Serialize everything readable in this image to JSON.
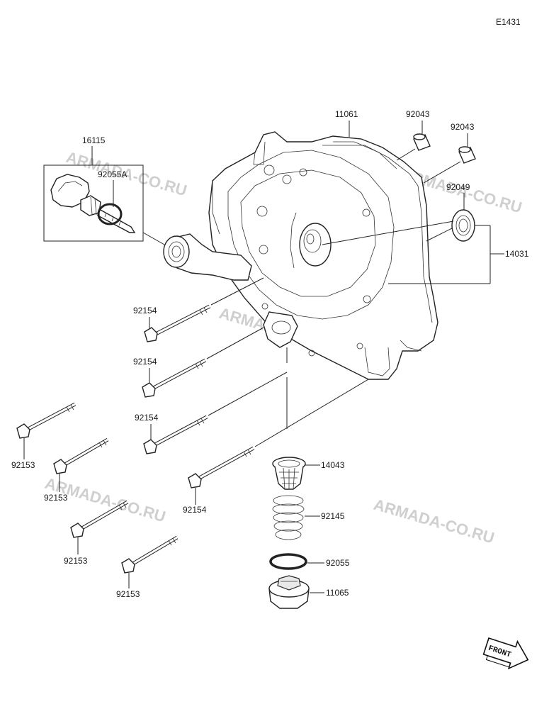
{
  "diagram": {
    "code": "E1431",
    "watermark": "ARMADA-CO.RU",
    "front_label": "FRONT",
    "parts": {
      "p16115": "16115",
      "p92055A": "92055A",
      "p11061": "11061",
      "p92043a": "92043",
      "p92043b": "92043",
      "p92049": "92049",
      "p14031": "14031",
      "p92154a": "92154",
      "p92154b": "92154",
      "p92154c": "92154",
      "p92154d": "92154",
      "p92153a": "92153",
      "p92153b": "92153",
      "p92153c": "92153",
      "p92153d": "92153",
      "p14043": "14043",
      "p92145": "92145",
      "p92055": "92055",
      "p11065": "11065"
    }
  }
}
